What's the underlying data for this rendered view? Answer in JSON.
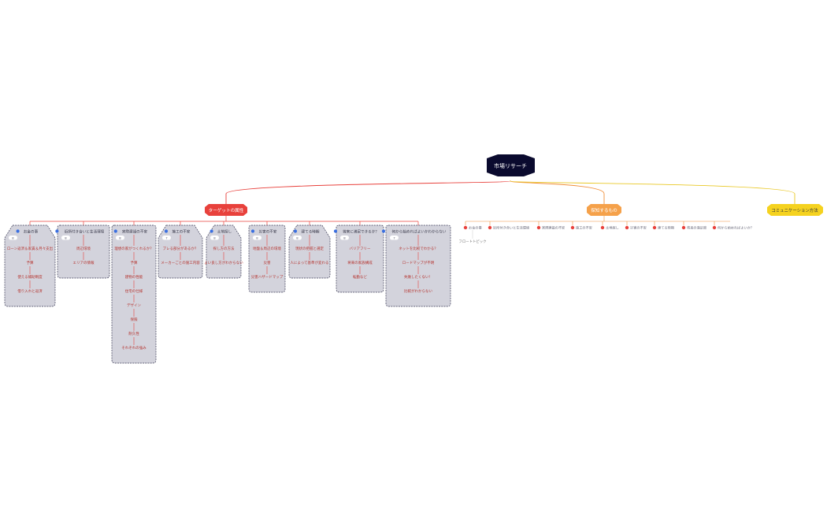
{
  "root": {
    "label": "市場リサーチ",
    "color": "#0a0a2e"
  },
  "branches": [
    {
      "label": "ターゲットの属性",
      "color": "#e8413c",
      "line": "#e8413c"
    },
    {
      "label": "探知するもの",
      "color": "#f5a14a",
      "line": "#f08f3a"
    },
    {
      "label": "コミュニケーション方法",
      "color": "#f5d21f",
      "line": "#e9c826"
    }
  ],
  "groups": [
    {
      "title": "お金の事",
      "badge": "8",
      "items": [
        "ローン返済＆家賃＆月々支出",
        "予算",
        "使える補助制度",
        "借り入れと返済"
      ]
    },
    {
      "title": "近所付き合いと生活環境",
      "badge": "8",
      "items": [
        "周辺環境",
        "エリアの情報"
      ]
    },
    {
      "title": "実際建設の不安",
      "badge": "8",
      "items": [
        "理想の家がつくれるか？",
        "予算",
        "建物の性能",
        "住宅の仕様",
        "デザイン",
        "保険",
        "耐久性",
        "それぞれの強み"
      ]
    },
    {
      "title": "施工の不安",
      "badge": "7",
      "items": [
        "ブレる部分があるか？",
        "メーカーごとの施工内容"
      ]
    },
    {
      "title": "土地探し",
      "badge": "8",
      "items": [
        "探し方の方法",
        "よい良し方がわからない"
      ]
    },
    {
      "title": "災害の不安",
      "badge": "8",
      "items": [
        "地盤＆周辺の環境",
        "災害",
        "災害ハザードマップ"
      ]
    },
    {
      "title": "建てる時期",
      "badge": "8",
      "items": [
        "現状の把握と選定",
        "人によって基準が変わる"
      ]
    },
    {
      "title": "将来に満足できるか？",
      "badge": "8",
      "items": [
        "バリアフリー",
        "将来の家族構成",
        "転勤など"
      ]
    },
    {
      "title": "何から始めればよいかわからない",
      "badge": "7",
      "items": [
        "ネットを比較でわかる？",
        "ロードマップが不明",
        "失敗したくない！",
        "比較がわからない"
      ]
    }
  ],
  "right_items": [
    "お金の事",
    "近所付き合いと生活環境",
    "実際建設の不安",
    "施工の不安",
    "土地探し",
    "災害の不安",
    "建てる時期",
    "将来の満足度",
    "何から始めればよいか？"
  ],
  "floating_topic": "フロートトピック",
  "colors": {
    "group_fill": "#d3d3dc",
    "group_stroke": "#3a3a55",
    "dot_blue": "#3a6fe0",
    "dot_red": "#e8413c",
    "item_text": "#b5332e",
    "title_text": "#333344"
  }
}
